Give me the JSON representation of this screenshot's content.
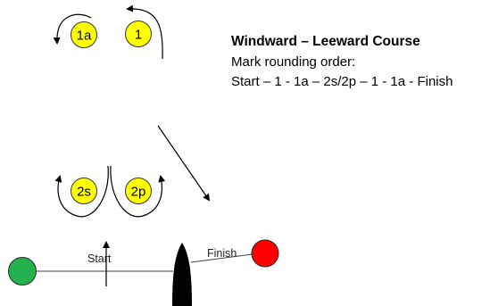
{
  "title": "Windward – Leeward Course",
  "subtitle": "Mark rounding order:",
  "sequence": "Start – 1 - 1a – 2s/2p – 1 - 1a - Finish",
  "marks": {
    "m1": "1",
    "m1a": "1a",
    "m2s": "2s",
    "m2p": "2p"
  },
  "start_label": "Start",
  "finish_label": "Finish",
  "colors": {
    "mark_fill": "#ffff00",
    "pin_green": "#22b14c",
    "finish_red": "#ff0000",
    "committee_boat": "#000000"
  }
}
